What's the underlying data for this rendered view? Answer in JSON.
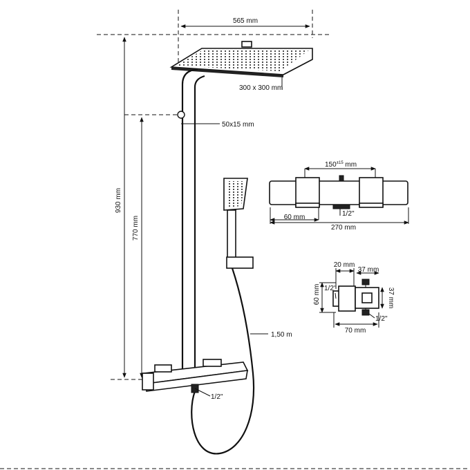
{
  "labels": {
    "width_top": "565 mm",
    "head_size": "300 x 300 mm",
    "pipe_size": "50x15 mm",
    "height_total": "930 mm",
    "height_valve": "770 mm",
    "hose_length": "1,50 m",
    "valve_thread": "1/2''",
    "mixer_spacing": "150±15 mm",
    "mixer_spacing_main": "150",
    "mixer_spacing_sup": "±15",
    "mixer_spacing_unit": " mm",
    "mixer_thread": "1/2''",
    "mixer_end": "60 mm",
    "mixer_length": "270 mm",
    "side_20": "20 mm",
    "side_37_top": "37 mm",
    "side_60": "60 mm",
    "side_thread_left": "1/2''",
    "side_37_right": "37 mm",
    "side_thread_bottom": "1/2''",
    "side_70": "70 mm"
  }
}
